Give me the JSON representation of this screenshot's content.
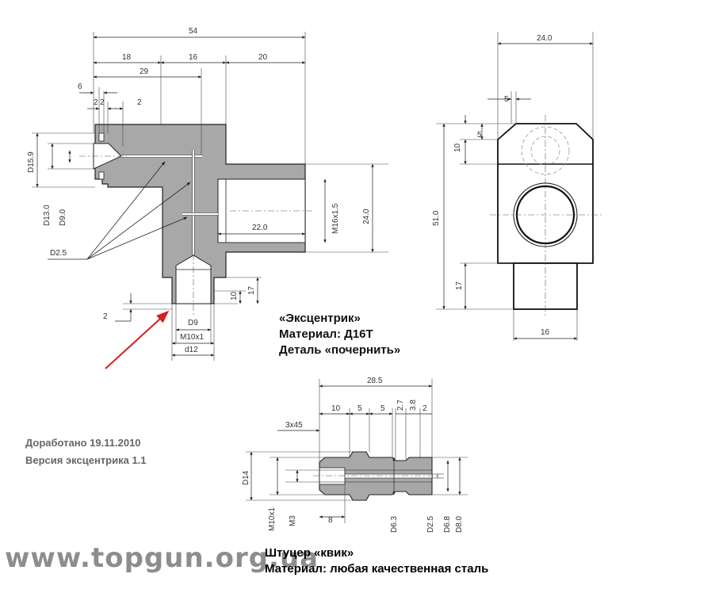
{
  "eccentric": {
    "dims": {
      "d54": "54",
      "d18": "18",
      "d16": "16",
      "d20": "20",
      "d29": "29",
      "d6": "6",
      "d2a": "2",
      "d2b": "2",
      "d2c": "2",
      "d2d": "2",
      "D15_9": "D15.9",
      "D13_0": "D13.0",
      "D9_0": "D9.0",
      "D2_5": "D2.5",
      "d22": "22.0",
      "M16": "M16x1.5",
      "d24": "24.0",
      "d17": "17",
      "d10": "10",
      "D9": "D9",
      "M10": "M10x1",
      "d12": "d12"
    },
    "notes": [
      "«Эксцентрик»",
      "Материал: Д16Т",
      "Деталь «почернить»"
    ]
  },
  "side_view": {
    "dims": {
      "d24": "24.0",
      "d5a": "5",
      "d10": "10",
      "d5b": "5",
      "d51": "51.0",
      "d17": "17",
      "d16": "16"
    }
  },
  "fitting": {
    "dims": {
      "d28_5": "28.5",
      "d10": "10",
      "d5a": "5",
      "d5b": "5",
      "d2_7": "2.7",
      "d3_8": "3.8",
      "d2": "2",
      "chamfer": "3x45",
      "D14": "D14",
      "M10": "M10x1",
      "M3": "M3",
      "d8": "8",
      "D6_3": "D6.3",
      "D2_5": "D2.5",
      "D6_8": "D6.8",
      "D8_0": "D8.0"
    },
    "notes": [
      "Штуцер «квик»",
      "Материал: любая качественная сталь"
    ]
  },
  "revision": [
    "Доработано 19.11.2010",
    "Версия эксцентрика 1.1"
  ],
  "watermark": "www.topgun.org.ua",
  "colors": {
    "body": "#a8a8a8",
    "arrow": "#d42020"
  }
}
